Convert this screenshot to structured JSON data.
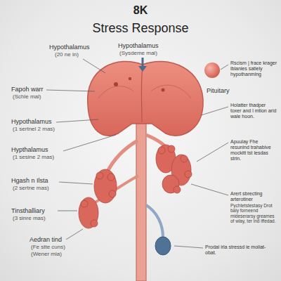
{
  "diagram": {
    "title": "Stress Response",
    "labels": [
      "8K",
      "Hypothalamus",
      "(20 ne in)",
      "Hypothalamus",
      "(Sysdeme mal)",
      "Rscism | frace krager iblanies satiely hypothanming",
      "Fapoh warr",
      "(Schle mal)",
      "Pituitary",
      "Holatter thadper toxer and l mtion arid wale hoon.",
      "Hypothalamus",
      "(1 sertnel 2 mas)",
      "Apuulay Fhe resunind trahabive mockitt tst lesdas strin.",
      "Hypthalamus",
      "(1 sesine 2 mas)",
      "Hgash n Ilsta",
      "(2 sertne mas)",
      "Arert sbrecting arterotiner",
      "Pychtetstestasy Drot baly forneend mideserarsy greames of wlay, ter ind iffedad.",
      "Tinsthalliary",
      "(3 sinre mas)",
      "Aedran tind",
      "(Fe stte cuns)",
      "(Wener mia)",
      "Prodal irla stressd ie moliat-obat."
    ]
  }
}
